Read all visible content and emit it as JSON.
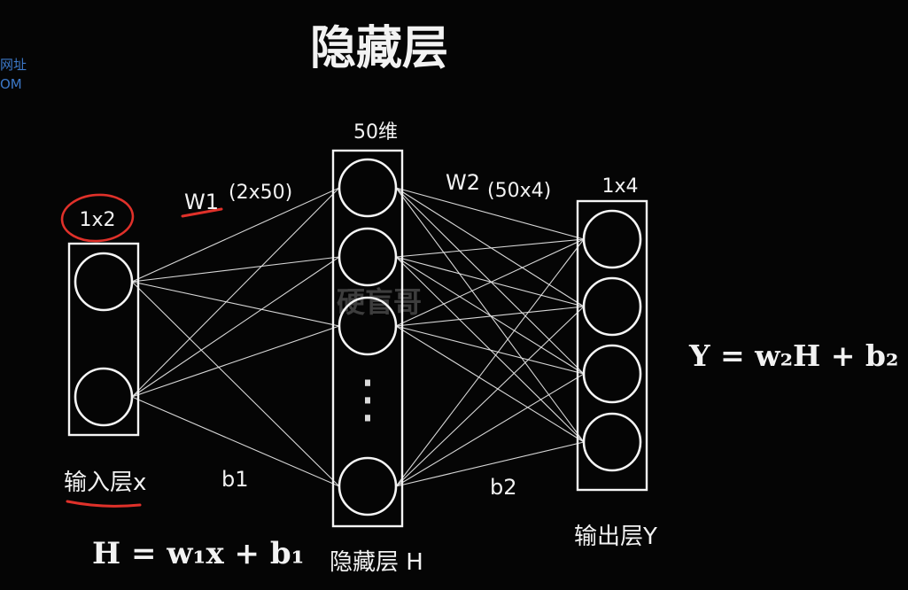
{
  "title": "隐藏层",
  "corner_text": [
    "网址",
    "OM"
  ],
  "watermark": "硬盲哥",
  "input_layer": {
    "dim": "1x2",
    "label": "输入层x",
    "nodes": 2
  },
  "hidden_layer": {
    "dim": "50维",
    "label": "隐藏层 H",
    "ellipsis": "⋮",
    "nodes": 4
  },
  "output_layer": {
    "dim": "1x4",
    "label": "输出层Y",
    "nodes": 4
  },
  "weights": {
    "w1": "W1",
    "w1_shape": "(2x50)",
    "b1": "b1",
    "w2": "W2",
    "w2_shape": "(50x4)",
    "b2": "b2"
  },
  "equations": {
    "hidden": "H = w₁x + b₁",
    "output": "Y = w₂H + b₂"
  },
  "colors": {
    "background": "#050505",
    "ink": "#f2f2f2",
    "annotation": "#e0312a",
    "link": "#3c78c8"
  }
}
